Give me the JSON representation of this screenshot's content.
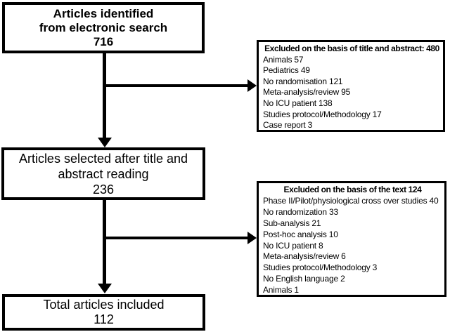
{
  "colors": {
    "line": "#000000",
    "bg": "#ffffff",
    "text": "#000000"
  },
  "boxes": {
    "identified": {
      "lines": [
        "Articles identified",
        "from electronic search",
        "716"
      ]
    },
    "selected": {
      "lines": [
        "Articles selected after title and",
        "abstract reading",
        "236"
      ]
    },
    "included": {
      "lines": [
        "Total articles included",
        "112"
      ]
    },
    "excluded_title_abstract": {
      "title": "Excluded on the basis of title and abstract: 480",
      "items": [
        "Animals 57",
        "Pediatrics 49",
        "No randomisation 121",
        "Meta-analysis/review 95",
        "No ICU patient 138",
        "Studies protocol/Methodology 17",
        "Case report 3"
      ]
    },
    "excluded_text": {
      "title": "Excluded on the basis of the text 124",
      "items": [
        "Phase II/Pilot/physiological cross over studies 40",
        "No randomization 33",
        "Sub-analysis 21",
        "Post-hoc analysis 10",
        "No ICU patient 8",
        "Meta-analysis/review 6",
        "Studies protocol/Methodology 3",
        "No English language 2",
        "Animals 1"
      ]
    }
  }
}
